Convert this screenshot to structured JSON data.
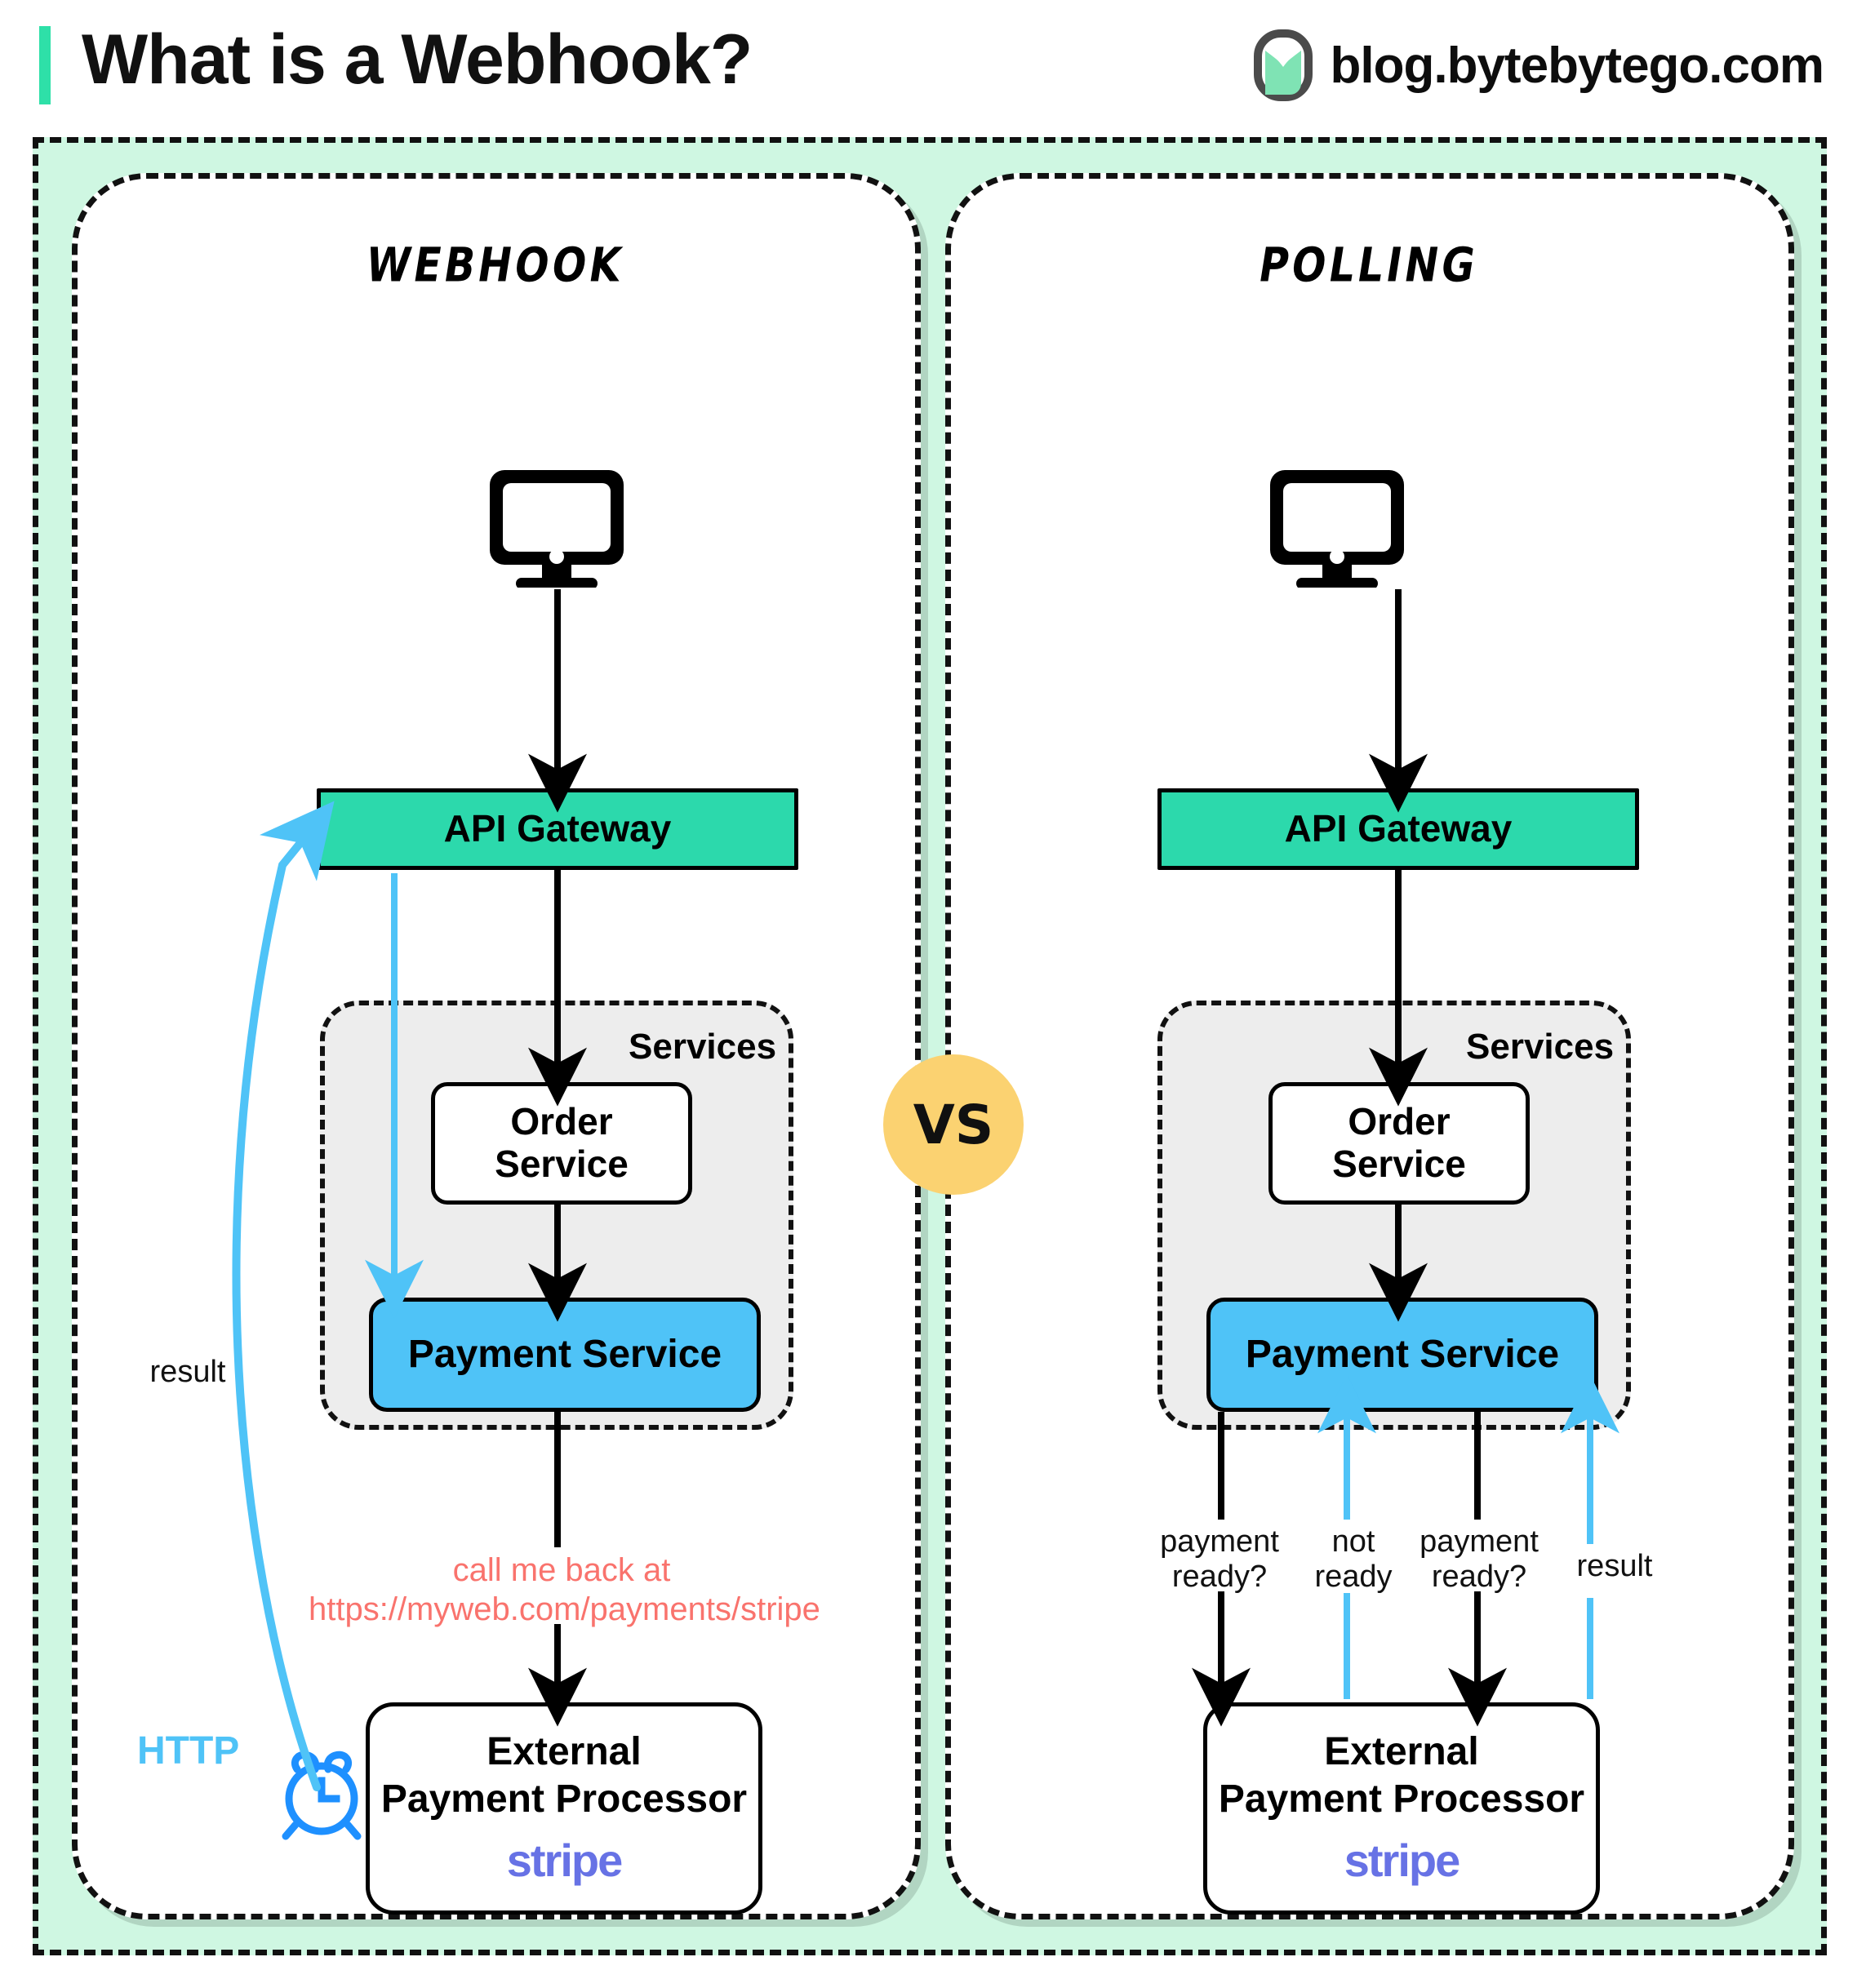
{
  "header": {
    "title": "What is a Webhook?",
    "brand": "blog.bytebytego.com",
    "logo_icon": "bytebytego-logo-icon",
    "accent_color": "#2EE0A8"
  },
  "comparison": {
    "vs_label": "VS",
    "vs_color": "#FBD271"
  },
  "panels": [
    {
      "id": "webhook",
      "title": "Webhook",
      "client_icon": "monitor-icon",
      "gateway": "API Gateway",
      "services_label": "Services",
      "order_service": "Order\nService",
      "order_service_line1": "Order",
      "order_service_line2": "Service",
      "payment_service": "Payment Service",
      "processor_line1": "External",
      "processor_line2": "Payment Processor",
      "processor_brand": "stripe",
      "callback_line1": "call me back at",
      "callback_line2": "https://myweb.com/payments/stripe",
      "result_label": "result",
      "http_label": "HTTP",
      "clock_icon": "alarm-clock-icon"
    },
    {
      "id": "polling",
      "title": "Polling",
      "client_icon": "monitor-icon",
      "gateway": "API Gateway",
      "services_label": "Services",
      "order_service_line1": "Order",
      "order_service_line2": "Service",
      "payment_service": "Payment Service",
      "processor_line1": "External",
      "processor_line2": "Payment Processor",
      "processor_brand": "stripe",
      "poll_labels": [
        {
          "line1": "payment",
          "line2": "ready?"
        },
        {
          "line1": "not",
          "line2": "ready"
        },
        {
          "line1": "payment",
          "line2": "ready?"
        }
      ],
      "result_label": "result"
    }
  ],
  "colors": {
    "mint_background": "#CFF7E2",
    "gateway_green": "#2CD9AC",
    "payment_blue": "#4FC3F7",
    "services_grey": "#EDEDED",
    "callback_red": "#F9736D",
    "stripe_purple": "#6772E5",
    "vs_yellow": "#FBD271"
  }
}
